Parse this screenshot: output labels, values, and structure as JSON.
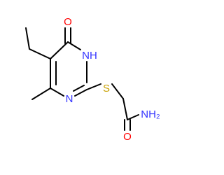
{
  "structure": {
    "atoms": [
      {
        "id": "O_carbonyl_ring",
        "symbol": "O"
      },
      {
        "id": "NH_ring",
        "symbol": "NH"
      },
      {
        "id": "N_ring",
        "symbol": "N"
      },
      {
        "id": "S_thioether",
        "symbol": "S"
      },
      {
        "id": "NH2_amide",
        "symbol": "NH₂"
      },
      {
        "id": "O_amide",
        "symbol": "O"
      }
    ],
    "colors": {
      "oxygen": "#ff0000",
      "nitrogen": "#3333ff",
      "sulfur": "#c8a000",
      "bond": "#000000"
    }
  }
}
